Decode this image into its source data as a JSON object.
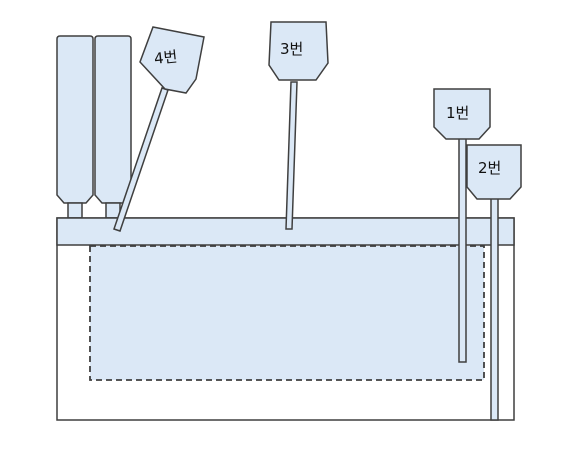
{
  "colors": {
    "fill": "#dbe8f6",
    "stroke": "#3f3f3f",
    "background": "#ffffff"
  },
  "markers": {
    "m1": "1번",
    "m2": "2번",
    "m3": "3번",
    "m4": "4번"
  }
}
